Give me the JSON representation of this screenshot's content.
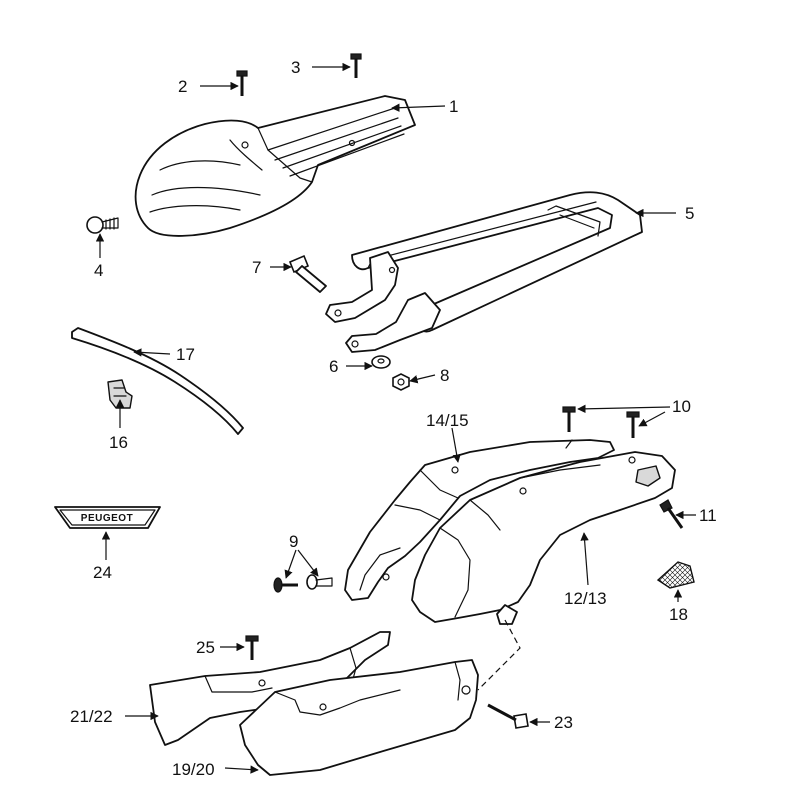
{
  "labels": {
    "p1": "1",
    "p2": "2",
    "p3": "3",
    "p4": "4",
    "p5": "5",
    "p6": "6",
    "p7": "7",
    "p8": "8",
    "p9": "9",
    "p10": "10",
    "p11": "11",
    "p12_13": "12/13",
    "p14_15": "14/15",
    "p16": "16",
    "p17": "17",
    "p18": "18",
    "p19_20": "19/20",
    "p21_22": "21/22",
    "p23": "23",
    "p24": "24",
    "p25": "25"
  },
  "badge": {
    "text": "PEUGEOT"
  }
}
